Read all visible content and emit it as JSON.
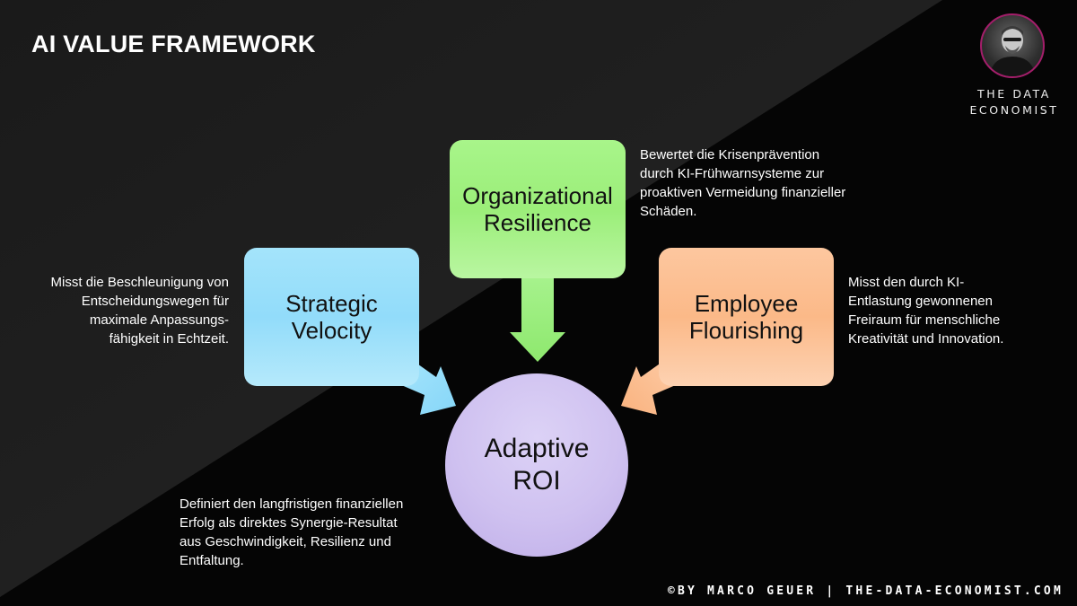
{
  "header": {
    "title": "AI VALUE FRAMEWORK"
  },
  "brand": {
    "line1": "THE DATA",
    "line2": "ECONOMIST"
  },
  "nodes": {
    "resilience": {
      "line1": "Organizational",
      "line2": "Resilience",
      "color": "#9bee79"
    },
    "velocity": {
      "line1": "Strategic",
      "line2": "Velocity",
      "color": "#92dcfa"
    },
    "flourishing": {
      "line1": "Employee",
      "line2": "Flourishing",
      "color": "#fbb988"
    },
    "roi": {
      "line1": "Adaptive",
      "line2": "ROI",
      "color": "#cfc1f0"
    }
  },
  "descriptions": {
    "velocity": [
      "Misst die Beschleunigung von",
      "Entscheidungswegen für",
      "maximale Anpassungs-",
      "fähigkeit in Echtzeit."
    ],
    "resilience": [
      "Bewertet die Krisenprävention",
      "durch KI-Frühwarnsysteme zur",
      "proaktiven Vermeidung finanzieller",
      "Schäden."
    ],
    "flourishing": [
      "Misst den durch KI-",
      "Entlastung gewonnenen",
      "Freiraum für menschliche",
      "Kreativität und Innovation."
    ],
    "roi": [
      "Definiert den langfristigen finanziellen",
      "Erfolg als direktes Synergie-Resultat",
      "aus Geschwindigkeit, Resilienz und",
      "Entfaltung."
    ]
  },
  "footer": {
    "text": "©BY MARCO GEUER | THE-DATA-ECONOMIST.COM"
  },
  "icons": {
    "avatar": "profile-photo",
    "arrows": [
      "arrow-down-icon",
      "arrow-down-right-icon",
      "arrow-down-left-icon"
    ]
  }
}
